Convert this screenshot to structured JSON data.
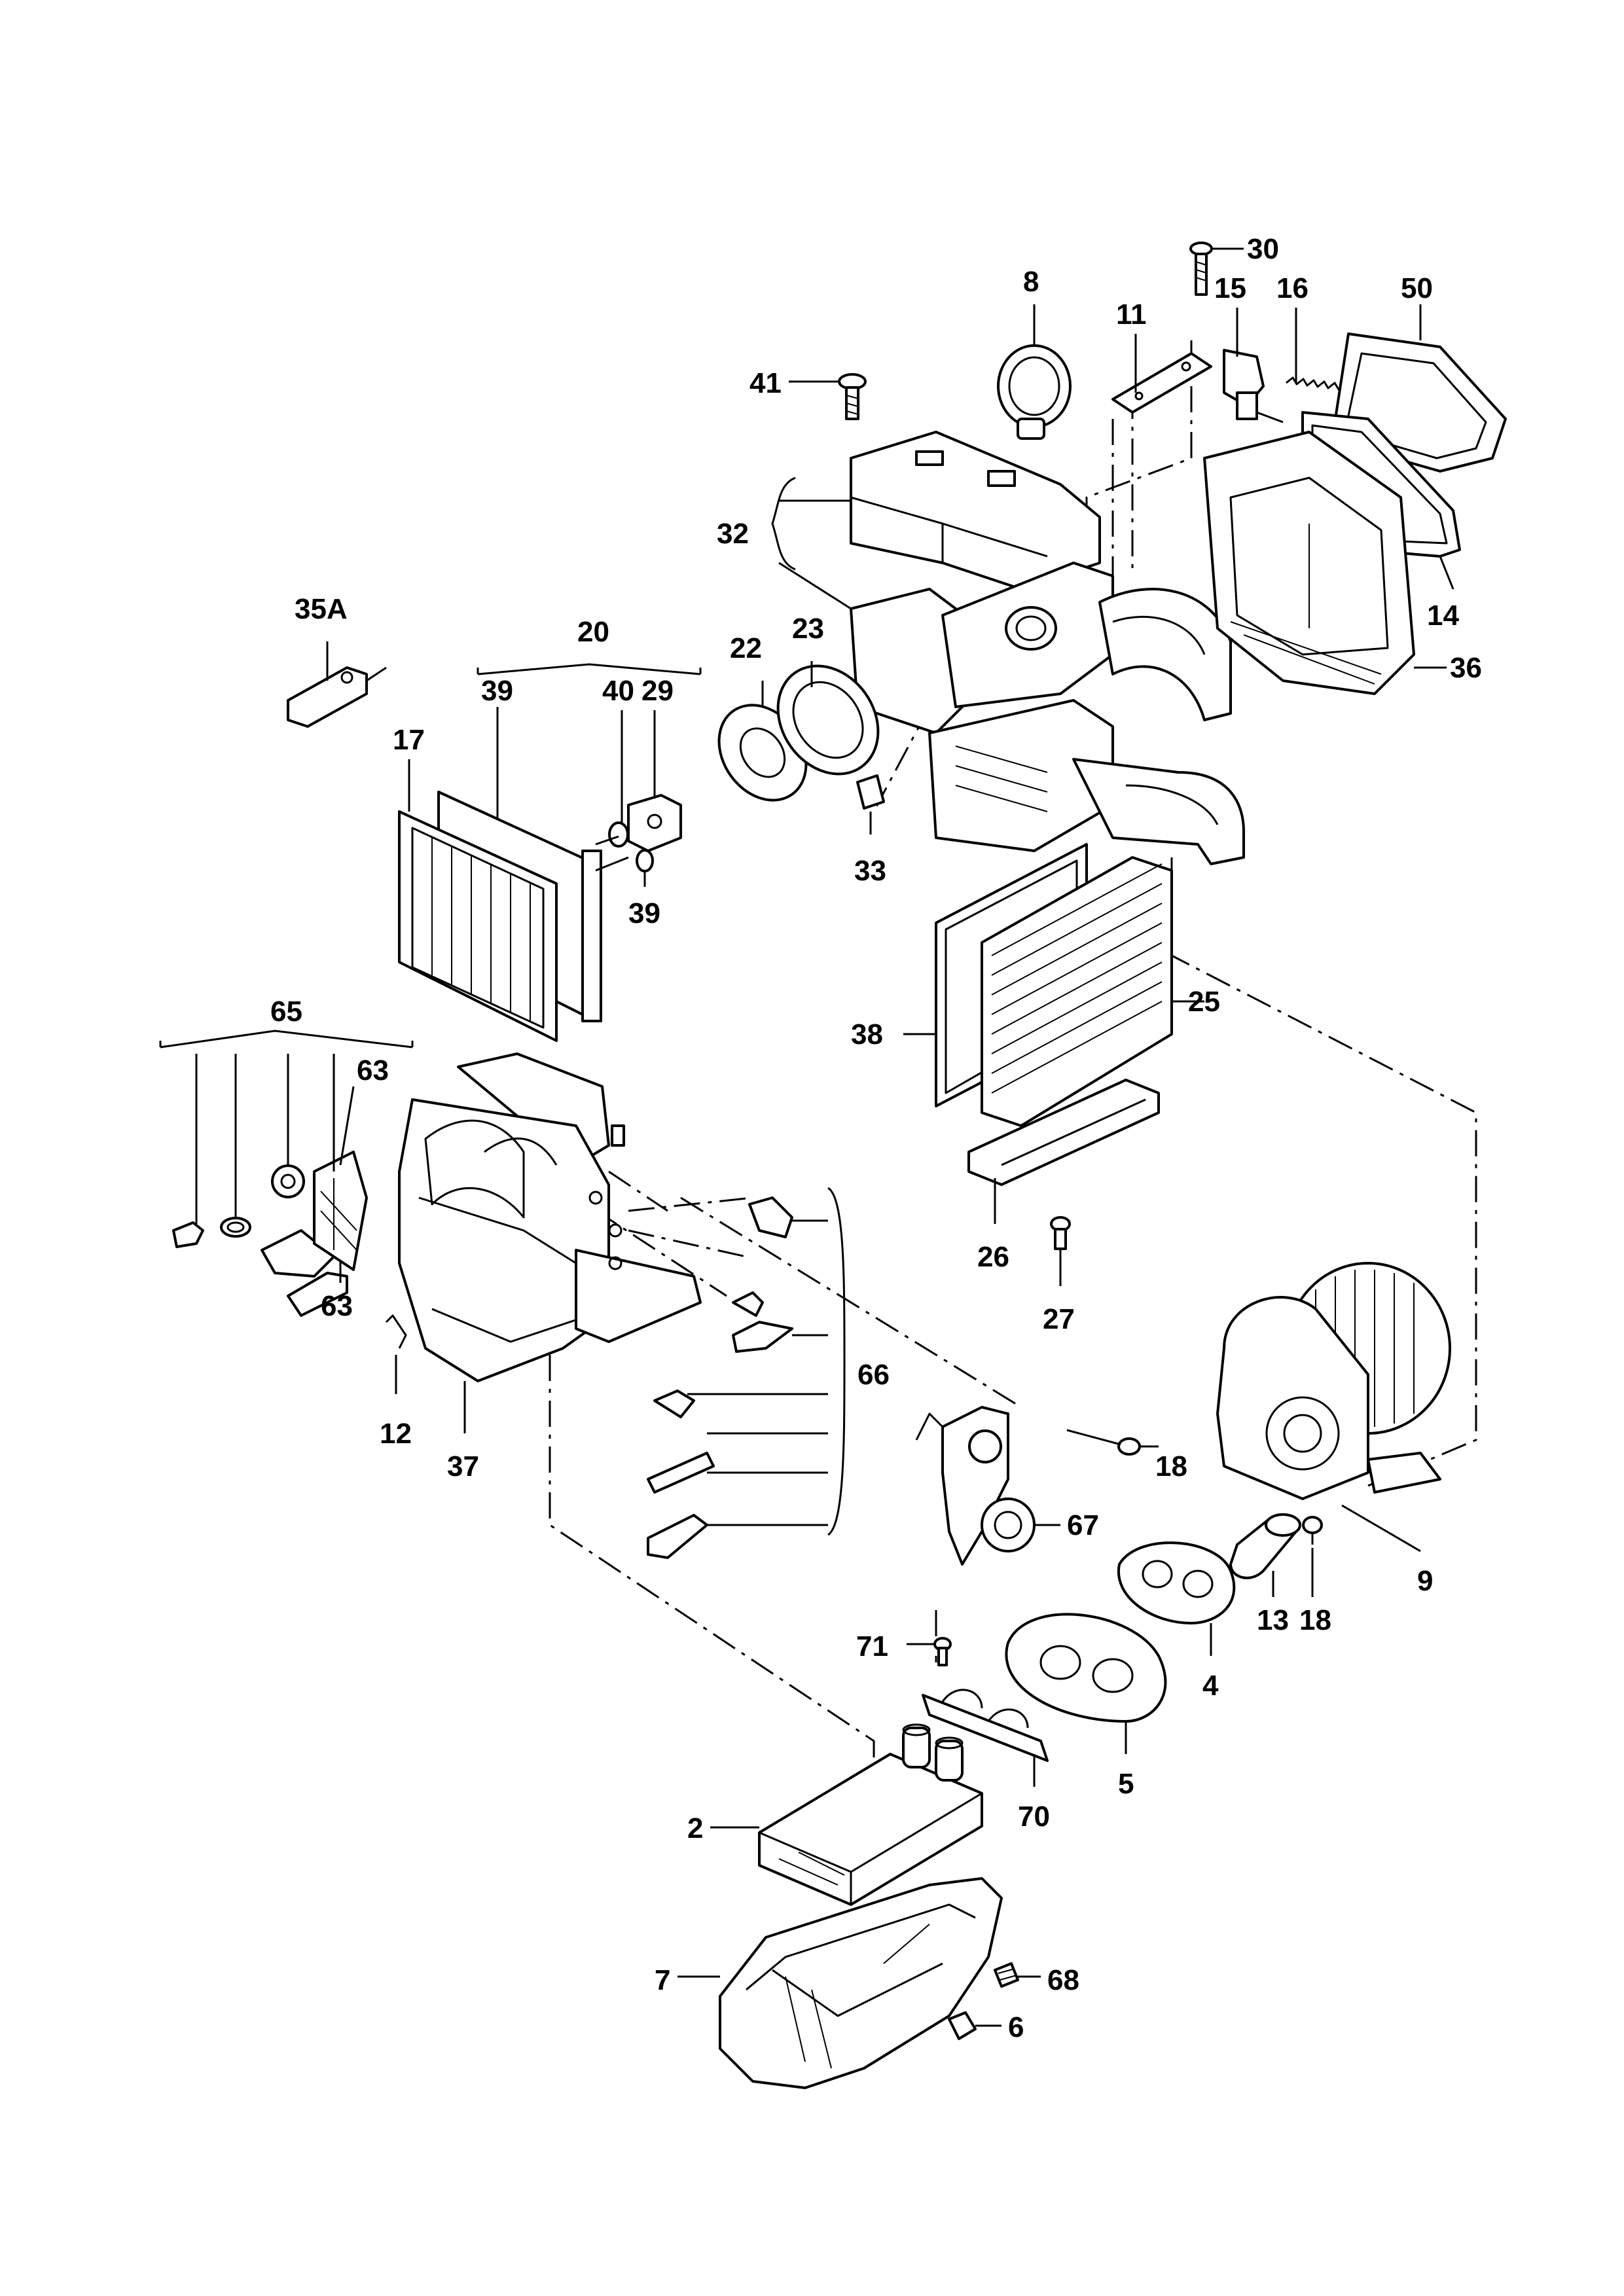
{
  "labels": {
    "l2": "2",
    "l4": "4",
    "l5": "5",
    "l6": "6",
    "l7": "7",
    "l8": "8",
    "l9": "9",
    "l11": "11",
    "l12": "12",
    "l13": "13",
    "l14": "14",
    "l15": "15",
    "l16": "16",
    "l17": "17",
    "l18a": "18",
    "l18b": "18",
    "l20": "20",
    "l22": "22",
    "l23": "23",
    "l25": "25",
    "l26": "26",
    "l27": "27",
    "l29": "29",
    "l30": "30",
    "l32": "32",
    "l33": "33",
    "l35A": "35A",
    "l36": "36",
    "l37": "37",
    "l38": "38",
    "l39a": "39",
    "l39b": "39",
    "l40": "40",
    "l41": "41",
    "l50": "50",
    "l63a": "63",
    "l63b": "63",
    "l65": "65",
    "l66": "66",
    "l67": "67",
    "l68": "68",
    "l70": "70",
    "l71": "71"
  },
  "colors": {
    "line": "#000000",
    "background": "#ffffff"
  }
}
